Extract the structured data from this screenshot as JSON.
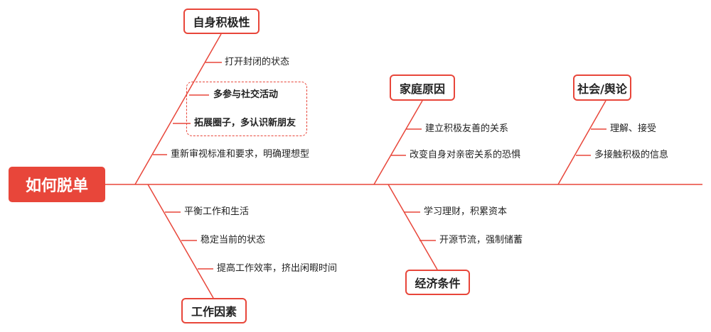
{
  "root": "如何脱单",
  "categories": {
    "c1": {
      "title": "自身积极性",
      "items": [
        "打开封闭的状态",
        "多参与社交活动",
        "拓展圈子，多认识新朋友",
        "重新审视标准和要求，明确理想型"
      ]
    },
    "c2": {
      "title": "家庭原因",
      "items": [
        "建立积极友善的关系",
        "改变自身对亲密关系的恐惧"
      ]
    },
    "c3": {
      "title": "社会/舆论",
      "items": [
        "理解、接受",
        "多接触积极的信息"
      ]
    },
    "c4": {
      "title": "工作因素",
      "items": [
        "平衡工作和生活",
        "稳定当前的状态",
        "提高工作效率，挤出闲暇时间"
      ]
    },
    "c5": {
      "title": "经济条件",
      "items": [
        "学习理财，积累资本",
        "开源节流，强制储蓄"
      ]
    }
  },
  "colors": {
    "accent": "#e8463a"
  }
}
